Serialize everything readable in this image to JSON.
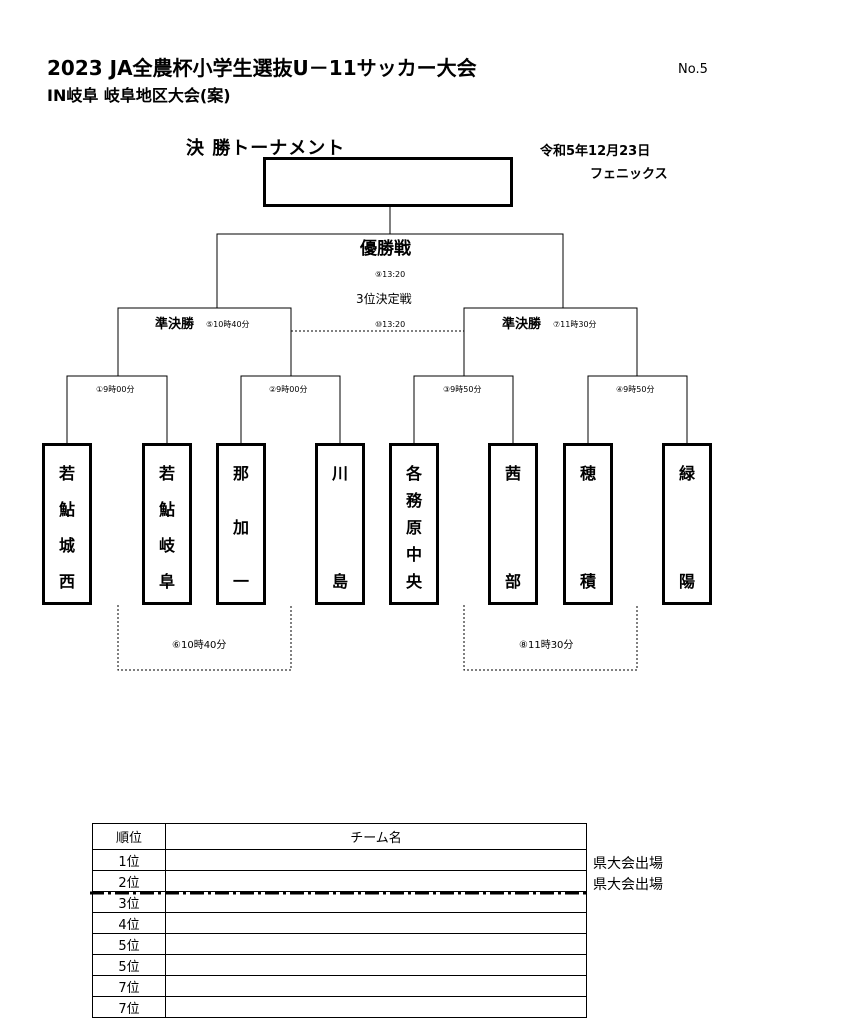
{
  "header": {
    "title": "2023 JA全農杯小学生選抜U－11サッカー大会",
    "subtitle": "IN岐阜 岐阜地区大会(案)",
    "doc_no": "No.5"
  },
  "tournament": {
    "title": "決 勝トーナメント",
    "date": "令和5年12月23日",
    "venue": "フェニックス",
    "winner_name": ""
  },
  "final": {
    "label": "優勝戦",
    "time": "⑨13:20"
  },
  "third_place": {
    "label": "3位決定戦",
    "time": "⑩13:20"
  },
  "semifinals": [
    {
      "label": "準決勝",
      "time": "⑤10時40分"
    },
    {
      "label": "準決勝",
      "time": "⑦11時30分"
    }
  ],
  "first_round": [
    {
      "time": "①9時00分"
    },
    {
      "time": "②9時00分"
    },
    {
      "time": "③9時50分"
    },
    {
      "time": "④9時50分"
    }
  ],
  "teams": [
    {
      "chars": [
        "若",
        "鮎",
        "城",
        "西"
      ]
    },
    {
      "chars": [
        "若",
        "鮎",
        "岐",
        "阜"
      ]
    },
    {
      "chars": [
        "那",
        "加",
        "一"
      ]
    },
    {
      "chars": [
        "川",
        "島"
      ]
    },
    {
      "chars": [
        "各",
        "務",
        "原",
        "中",
        "央"
      ]
    },
    {
      "chars": [
        "茜",
        "部"
      ]
    },
    {
      "chars": [
        "穂",
        "積"
      ]
    },
    {
      "chars": [
        "緑",
        "陽"
      ]
    }
  ],
  "consolation": [
    {
      "time": "⑥10時40分"
    },
    {
      "time": "⑧11時30分"
    }
  ],
  "ranking": {
    "headers": [
      "順位",
      "チーム名"
    ],
    "rows": [
      {
        "rank": "1位",
        "team": ""
      },
      {
        "rank": "2位",
        "team": ""
      },
      {
        "rank": "3位",
        "team": ""
      },
      {
        "rank": "4位",
        "team": ""
      },
      {
        "rank": "5位",
        "team": ""
      },
      {
        "rank": "5位",
        "team": ""
      },
      {
        "rank": "7位",
        "team": ""
      },
      {
        "rank": "7位",
        "team": ""
      }
    ],
    "qualification": [
      "県大会出場",
      "県大会出場"
    ]
  }
}
